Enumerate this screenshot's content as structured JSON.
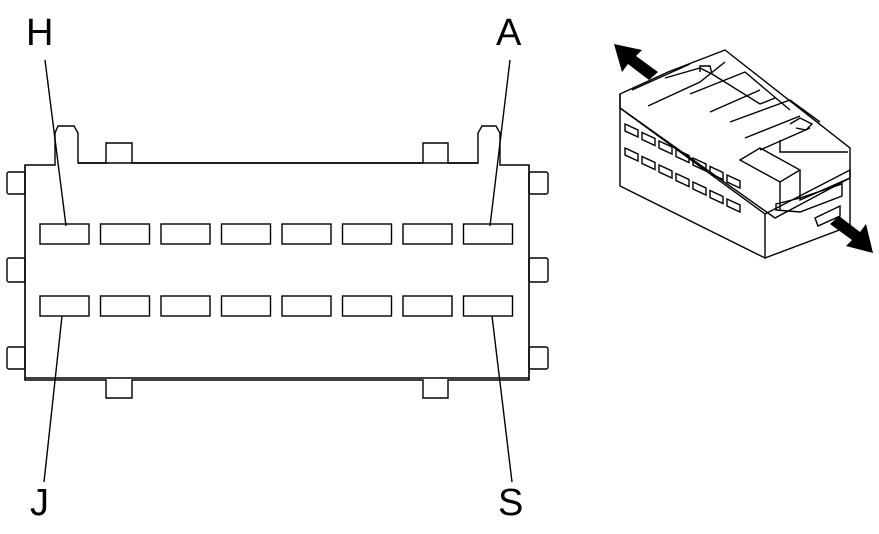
{
  "labels": {
    "top_left": "H",
    "top_right": "A",
    "bottom_left": "J",
    "bottom_right": "S"
  },
  "connector": {
    "cavities_per_row": 8,
    "rows": 2
  },
  "colors": {
    "line": "#000000",
    "background": "#ffffff"
  }
}
